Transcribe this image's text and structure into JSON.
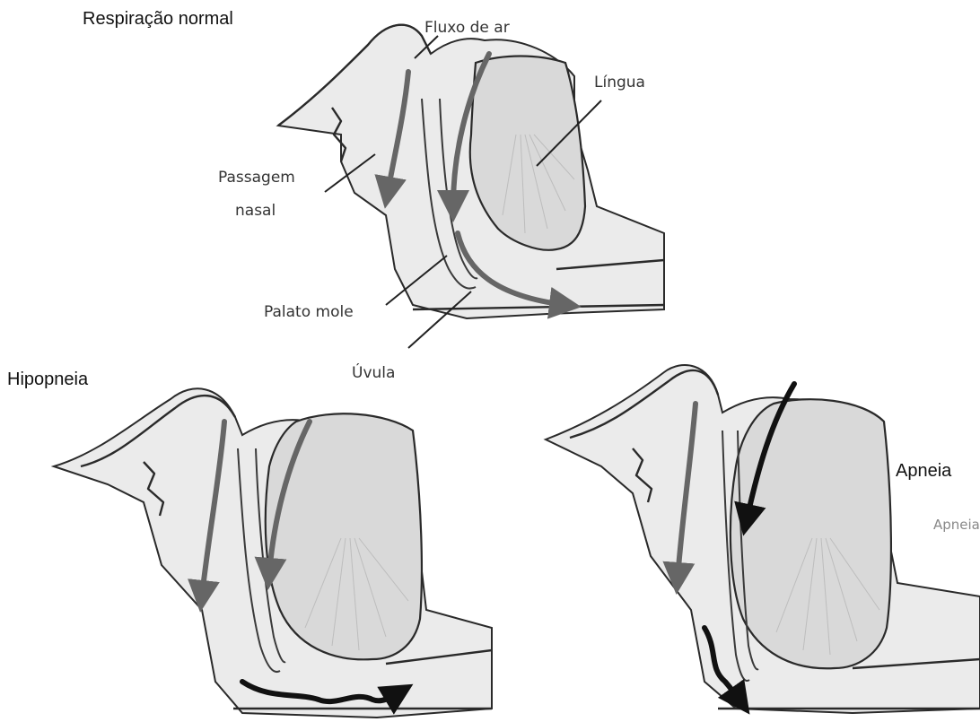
{
  "titles": {
    "normal": "Respiração normal",
    "hypopnea": "Hipopneia",
    "apnea": "Apneia"
  },
  "labels": {
    "airflow": "Fluxo de ar",
    "tongue": "Língua",
    "nasal_line1": "Passagem",
    "nasal_line2": "nasal",
    "soft_palate": "Palato mole",
    "uvula": "Úvula",
    "apnea_faint": "Apneia"
  }
}
